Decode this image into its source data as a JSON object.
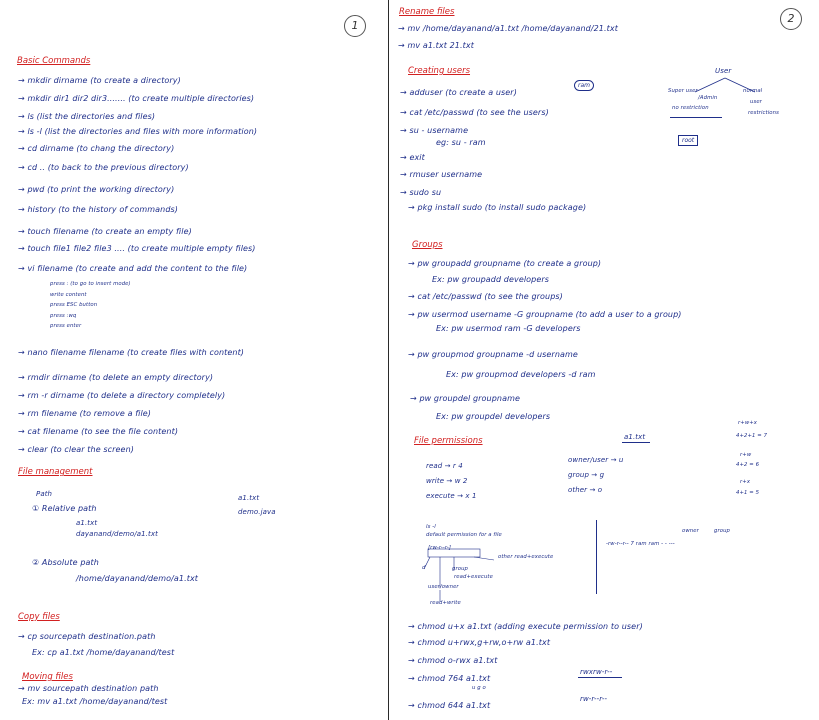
{
  "page1": {
    "page_number": "1",
    "basic": {
      "heading": "Basic Commands",
      "lines": [
        "→ mkdir dirname   (to create a directory)",
        "→ mkdir dir1 dir2 dir3.......   (to create multiple directories)",
        "→ ls   (list the directories and files)",
        "→ ls -l  (list the directories and files with more information)",
        "→ cd  dirname   (to chang the directory)",
        "→ cd ..       (to back to the previous directory)",
        "→ pwd      (to print the working directory)",
        "→ history    (to the history of commands)",
        "→ touch  filename   (to create an empty file)",
        "→ touch file1 file2 file3 ....   (to create multiple empty files)",
        "→ vi filename   (to create and add the content to the file)",
        "→ nano filename filename   (to create files with content)",
        "→ rmdir dirname    (to delete an empty directory)",
        "→ rm -r dirname    (to delete a directory completely)",
        "→ rm filename    (to remove a file)",
        "→ cat filename       (to see the file content)",
        "→ clear    (to clear the screen)"
      ],
      "vi_notes": [
        "press : (to go to insert mode)",
        "write content",
        "press ESC button",
        "press :wq",
        "press enter"
      ]
    },
    "file_mgmt": {
      "heading": "File management",
      "path_label": "Path",
      "right_files": [
        "a1.txt",
        "demo.java"
      ],
      "relative_title": "① Relative path",
      "relative_items": [
        "a1.txt",
        "dayanand/demo/a1.txt"
      ],
      "absolute_title": "② Absolute path",
      "absolute_item": "/home/dayanand/demo/a1.txt"
    },
    "copy": {
      "heading": "Copy files",
      "lines": [
        "→ cp sourcepath  destination.path",
        "Ex: cp  a1.txt    /home/dayanand/test"
      ]
    },
    "moving": {
      "heading": "Moving files",
      "lines": [
        "→ mv sourcepath   destination path",
        "Ex: mv  a1.txt   /home/dayanand/test"
      ]
    }
  },
  "page2": {
    "page_number": "2",
    "rename": {
      "heading": "Rename files",
      "lines": [
        "→ mv  /home/dayanand/a1.txt        /home/dayanand/21.txt",
        "→ mv  a1.txt     21.txt"
      ]
    },
    "users": {
      "heading": "Creating users",
      "lines": [
        "→ adduser   (to create a user)",
        "→ cat /etc/passwd   (to see the users)",
        "→ su - username",
        "eg:  su - ram",
        "→ exit",
        "→ rmuser  username",
        "→ sudo su",
        "→ pkg install sudo  (to install sudo package)"
      ],
      "ram_badge": "ram",
      "tree": {
        "root": "User",
        "left": [
          "Super user",
          "/Admin",
          "no restriction"
        ],
        "right": [
          "normal",
          "user",
          "restrictions"
        ],
        "root_box": "root"
      }
    },
    "groups": {
      "heading": "Groups",
      "lines": [
        "→ pw groupadd groupname   (to create a group)",
        "Ex: pw groupadd developers",
        "→ cat /etc/passwd   (to see the groups)",
        "→ pw usermod username -G groupname   (to add a user to a group)",
        "Ex: pw usermod ram -G developers",
        "→ pw groupmod groupname -d username",
        "Ex: pw groupmod developers -d ram",
        "→ pw groupdel  groupname",
        "Ex: pw groupdel developers"
      ]
    },
    "perms": {
      "heading": "File permissions",
      "file_label": "a1.txt",
      "rwx": [
        "read → r  4",
        "write → w  2",
        "execute → x  1"
      ],
      "owners": [
        "owner/user  → u",
        "group    → g",
        "other    → o"
      ],
      "calc": [
        "r+w+x",
        "4+2+1 = 7",
        "r+w",
        "4+2 = 6",
        "r+x",
        "4+1 = 5"
      ],
      "diagram": [
        "ls -l",
        "default permission for a file",
        "[rw-r--r-]",
        "other  read+execute",
        "d",
        "group",
        "read+execute",
        "user/owner",
        "read+write"
      ],
      "string_example": "-rw-r--r--  7  ram  ram  - - ---",
      "owner_group_labels": [
        "owner",
        "group"
      ],
      "chmod": [
        "→ chmod  u+x  a1.txt    (adding execute permission to user)",
        "→ chmod  u+rwx,g+rw,o+rw   a1.txt",
        "→ chmod  o-rwx  a1.txt",
        "→ chmod  764     a1.txt",
        "→ chmod  644     a1.txt"
      ],
      "chmod_results": [
        "rwxrw-r--",
        "rw-r--r--"
      ],
      "digits_annot": "u g o"
    }
  },
  "colors": {
    "ink": "#1f2f8a",
    "heading": "#d22020",
    "rule": "#2a2a2a"
  }
}
